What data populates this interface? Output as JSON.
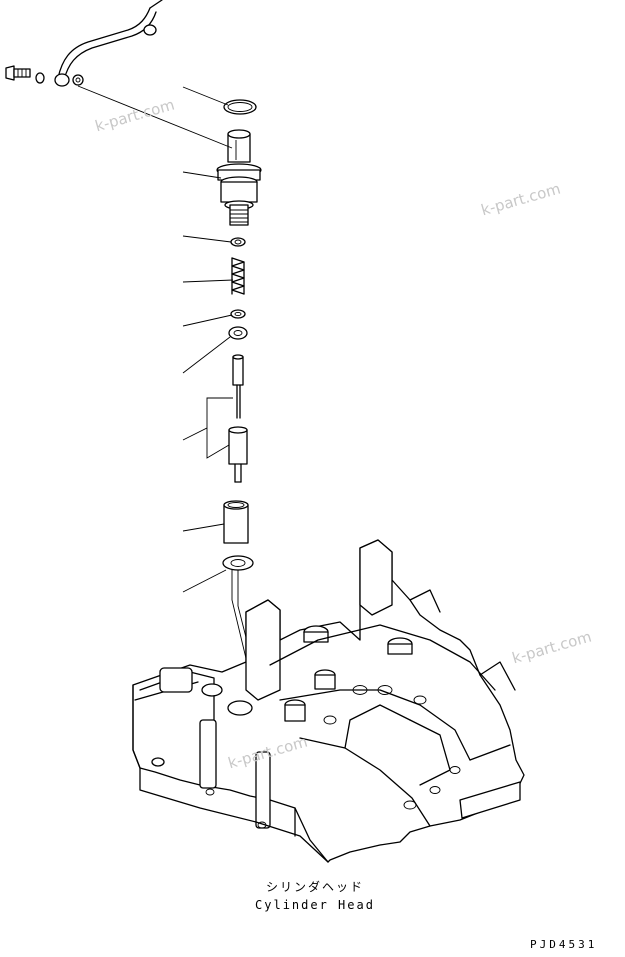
{
  "watermarks": [
    "k-part.com",
    "k-part.com",
    "k-part.com",
    "k-part.com"
  ],
  "captions": {
    "japanese": "シリンダヘッド",
    "english": "Cylinder Head"
  },
  "drawing_code": "PJD4531"
}
